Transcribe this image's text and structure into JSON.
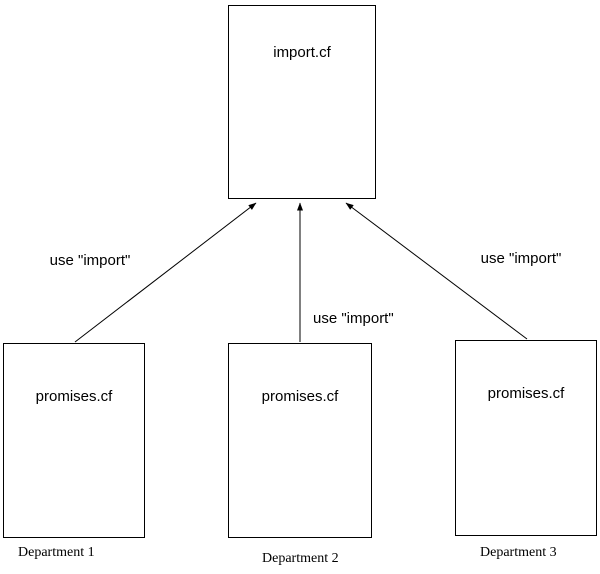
{
  "diagram": {
    "top_node": {
      "label": "import.cf"
    },
    "child_nodes": [
      {
        "label": "promises.cf",
        "department": "Department 1"
      },
      {
        "label": "promises.cf",
        "department": "Department 2"
      },
      {
        "label": "promises.cf",
        "department": "Department 3"
      }
    ],
    "edges": [
      {
        "label": "use \"import\""
      },
      {
        "label": "use \"import\""
      },
      {
        "label": "use \"import\""
      }
    ],
    "colors": {
      "line": "#000000",
      "background": "#ffffff",
      "text": "#000000"
    }
  }
}
